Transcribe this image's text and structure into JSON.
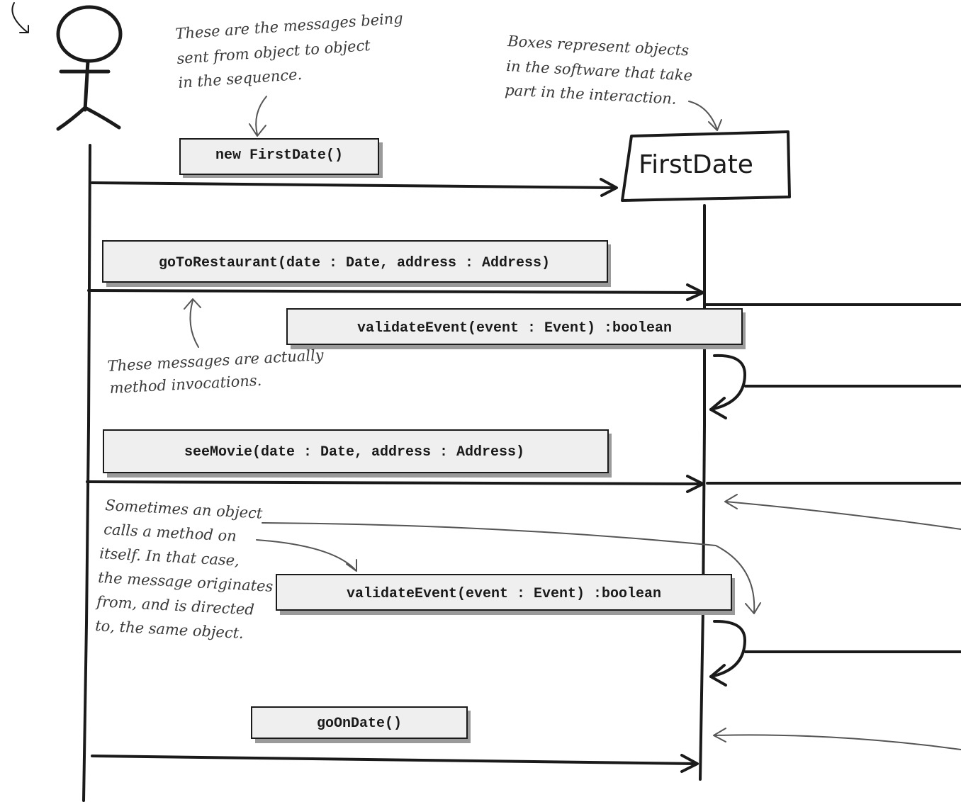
{
  "diagram": {
    "object": {
      "name": "FirstDate"
    },
    "messages": [
      {
        "id": "m1",
        "label": "new FirstDate()"
      },
      {
        "id": "m2",
        "label": "goToRestaurant(date : Date, address : Address)"
      },
      {
        "id": "m3",
        "label": "validateEvent(event : Event) :boolean"
      },
      {
        "id": "m4",
        "label": "seeMovie(date : Date, address : Address)"
      },
      {
        "id": "m5",
        "label": "validateEvent(event : Event) :boolean"
      },
      {
        "id": "m6",
        "label": "goOnDate()"
      }
    ],
    "annotations": {
      "messages_note": [
        "These are the messages being",
        "sent from object to object",
        "in the sequence."
      ],
      "boxes_note": [
        "Boxes represent objects",
        "in the software that take",
        "part in the interaction."
      ],
      "invocations_note": [
        "These messages are actually",
        "method invocations."
      ],
      "self_call_note": [
        "Sometimes an object",
        "calls a method on",
        "itself. In that case,",
        "the message originates",
        "from, and is directed",
        "to, the same object."
      ]
    }
  }
}
